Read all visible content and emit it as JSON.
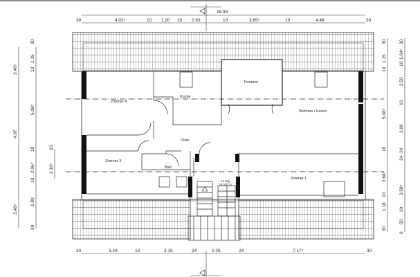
{
  "rooms": {
    "kueche": "Küche",
    "terrasse": "Terrasse",
    "zimmer4": "Zimmer 4",
    "wohnen": "Wohnen / Essen",
    "diele": "Diele",
    "zimmer3": "Zimmer 3",
    "bad": "Bad",
    "zimmer1": "Zimmer 1"
  },
  "stair": {
    "steps": "14 Stg",
    "ratio": "19,5/27,4"
  },
  "dims_top": {
    "overall": "16.99",
    "segments": [
      "30",
      "4.02⁵",
      "10",
      "1.20",
      "10",
      "2.63",
      "10",
      "3.65⁵",
      "10",
      "4.48",
      "30"
    ]
  },
  "dims_bottom": {
    "segments": [
      "30",
      "3.23",
      "10",
      "3.15",
      "24",
      "2.25",
      "24",
      "7.17⁵",
      "30"
    ]
  },
  "dims_left": {
    "outer": [
      "3.46⁵",
      "4.07",
      "3.46⁵"
    ],
    "inner": [
      "30",
      "1.15",
      "10",
      "5.08⁵",
      "10",
      "2.06⁵",
      "10",
      "1.80",
      "30"
    ],
    "extra": [
      "10",
      "2.16⁵"
    ]
  },
  "dims_right": {
    "inner": [
      "30",
      "1.15",
      "10",
      "5.08⁵",
      "10",
      "2.68⁵",
      "10",
      "1.18",
      "30"
    ],
    "outer": [
      "30",
      "1.64⁵",
      "10",
      "2.50",
      "10",
      "2.99",
      "24",
      "24",
      "3.58⁵",
      "30",
      "50",
      "0"
    ]
  },
  "colors": {
    "line": "#222222",
    "wall": "#111111"
  }
}
